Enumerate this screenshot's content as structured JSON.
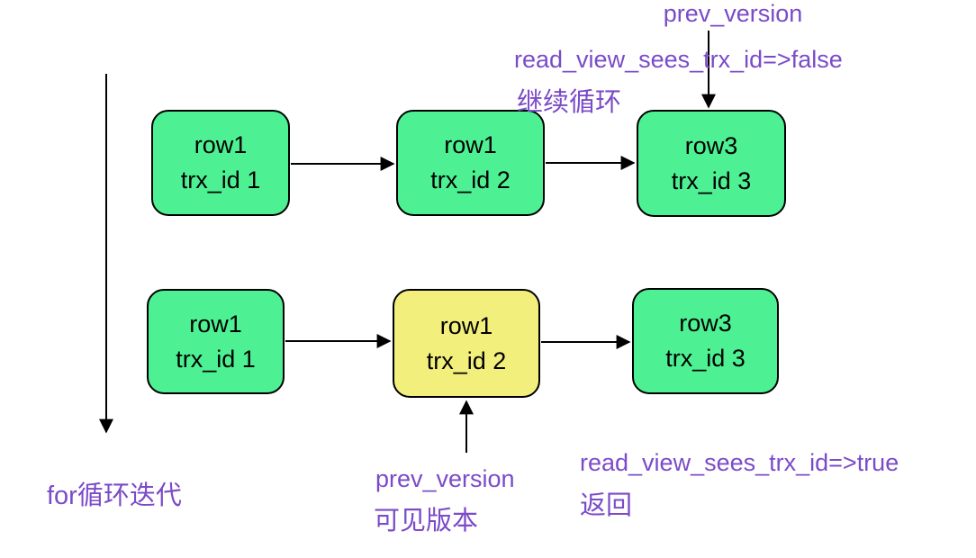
{
  "colors": {
    "node_green": "#4df193",
    "node_yellow": "#f3ef7d",
    "label_purple": "#7b4bc8",
    "arrow_black": "#000000"
  },
  "chains": {
    "top_row": [
      {
        "name": "row1",
        "trx": "trx_id 1",
        "fill": "#4df193"
      },
      {
        "name": "row1",
        "trx": "trx_id 2",
        "fill": "#4df193"
      },
      {
        "name": "row3",
        "trx": "trx_id 3",
        "fill": "#4df193"
      }
    ],
    "bottom_row": [
      {
        "name": "row1",
        "trx": "trx_id 1",
        "fill": "#4df193"
      },
      {
        "name": "row1",
        "trx": "trx_id 2",
        "fill": "#f3ef7d"
      },
      {
        "name": "row3",
        "trx": "trx_id 3",
        "fill": "#4df193"
      }
    ]
  },
  "labels": {
    "prev_version_top": "prev_version",
    "read_view_false": "read_view_sees_trx_id=>false",
    "continue_loop": "继续循环",
    "for_loop_iterate": "for循环迭代",
    "prev_version_bottom": "prev_version",
    "visible_version": "可见版本",
    "read_view_true": "read_view_sees_trx_id=>true",
    "return_label": "返回"
  }
}
